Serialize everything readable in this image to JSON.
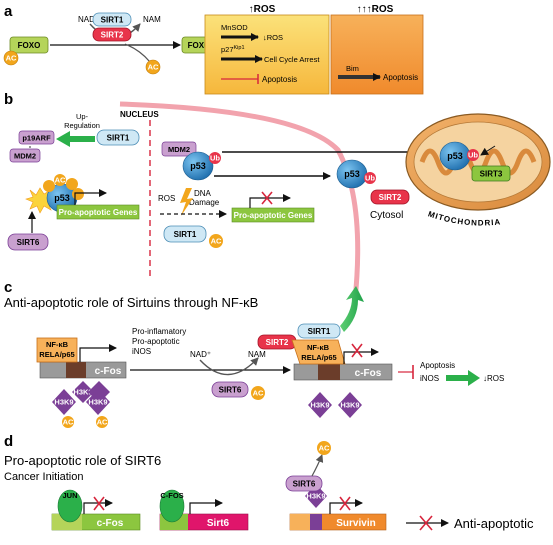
{
  "panels": {
    "a": {
      "letter": "a",
      "nad": "NAD⁺",
      "nam": "NAM",
      "sirt1": "SIRT1",
      "sirt2": "SIRT2",
      "foxo_left": "FOXO",
      "foxo_right": "FOXO",
      "ac_left": "AC",
      "ac_mid": "AC",
      "ros_up": "↑ROS",
      "ros_upup": "↑↑↑ROS",
      "mnsod": "MnSOD",
      "ros_down": "↓ROS",
      "p27": "p27",
      "p27_sup": "Kip1",
      "cell_cycle_arrest": "Cell Cycle Arrest",
      "apoptosis_inhibited": "Apoptosis",
      "bim": "Bim",
      "apoptosis": "Apoptosis"
    },
    "b": {
      "letter": "b",
      "nucleus": "NUCLEUS",
      "up_regulation_1": "Up-",
      "up_regulation_2": "Regulation",
      "sirt1_left": "SIRT1",
      "p19arf": "p19ARF",
      "mdm2_left": "MDM2",
      "p53_left": "p53",
      "ac": "AC",
      "pro_apoptotic_genes_left": "Pro-apoptotic Genes",
      "sirt6": "SIRT6",
      "mdm2_mid": "MDM2",
      "p53_mid": "p53",
      "ub": "Ub",
      "ros": "ROS",
      "dna_damage_1": "DNA",
      "dna_damage_2": "Damage",
      "pro_apoptotic_genes_mid": "Pro-apoptotic Genes",
      "sirt1_mid": "SIRT1",
      "ac_mid": "AC",
      "p53_cyto": "p53",
      "ub_cyto": "Ub",
      "sirt2_cyto": "SIRT2",
      "cytosol": "Cytosol",
      "p53_mito": "p53",
      "ub_mito": "Ub",
      "sirt3": "SIRT3",
      "mitochondria": "MITOCHONDRIA"
    },
    "c": {
      "letter": "c",
      "title": "Anti-apoptotic role of Sirtuins through NF-κB",
      "nfkb_1": "NF-κB",
      "nfkb_2": "RELA/p65",
      "cfos_left": "c-Fos",
      "h3k9_a": "H3K9",
      "h3k9_b": "H3K9",
      "ac": "AC",
      "pro_inflamatory": "Pro-inflamatory",
      "pro_apoptotic": "Pro-apoptotic",
      "inos_left": "iNOS",
      "nad": "NAD⁺",
      "nam": "NAM",
      "sirt6": "SIRT6",
      "ac_sirt6": "AC",
      "sirt1": "SIRT1",
      "sirt2": "SIRT2",
      "nfkb_right_1": "NF-κB",
      "nfkb_right_2": "RELA/p65",
      "cfos_right": "c-Fos",
      "h3k9_c": "H3K9",
      "h3k9_d": "H3K9",
      "apoptosis": "Apoptosis",
      "inos_right": "iNOS",
      "ros_down": "↓ROS"
    },
    "d": {
      "letter": "d",
      "title_1": "Pro-apoptotic role of SIRT6",
      "title_2": "Cancer Initiation",
      "jun": "JUN",
      "cfos_gene": "c-Fos",
      "cfos_tf": "C-FOS",
      "sirt6_gene": "Sirt6",
      "sirt6_enzyme": "SIRT6",
      "ac": "AC",
      "h3k9": "H3K9",
      "survivin": "Survivin",
      "anti_apoptotic": "Anti-apoptotic"
    }
  },
  "colors": {
    "sirt1": "#cfe8f5",
    "sirt2": "#e8344a",
    "sirt6": "#c9a0cf",
    "ac": "#f2a61c",
    "foxo": "#b5d45a",
    "p53": "#2e8fd0",
    "gene_green": "#8cc63f",
    "nucleus_arc": "#f2a3ad",
    "h3k9": "#7b3f96",
    "arrow_green": "#2bb04a",
    "inhibit_red": "#d7263d"
  }
}
